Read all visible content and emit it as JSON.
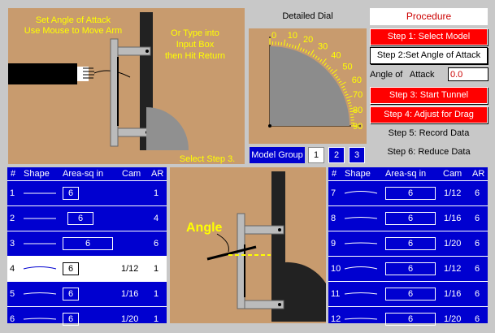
{
  "tunnel": {
    "instruction1": "Set Angle of Attack",
    "instruction2": "Use Mouse to Move Arm",
    "instruction3": "Or Type into",
    "instruction4": "Input Box",
    "instruction5": "then Hit Return",
    "status": "Select Step 3."
  },
  "dial": {
    "title": "Detailed Dial",
    "ticks": [
      "0",
      "10",
      "20",
      "30",
      "40",
      "50",
      "60",
      "70",
      "80",
      "90"
    ]
  },
  "procedure": {
    "title": "Procedure",
    "step1": "Step 1: Select Model",
    "step2": "Step 2:Set Angle of Attack",
    "angle_label": "Angle of   Attack",
    "angle_value": "0.0",
    "step3": "Step 3: Start Tunnel",
    "step4": "Step 4: Adjust for Drag",
    "step5": "Step 5: Record Data",
    "step6": "Step 6: Reduce Data"
  },
  "model_group": {
    "label": "Model Group",
    "buttons": [
      "1",
      "2",
      "3"
    ],
    "selected": "1"
  },
  "diagram": {
    "angle_label": "Angle"
  },
  "table_headers": {
    "num": "#",
    "shape": "Shape",
    "area": "Area-sq in",
    "cam": "Cam",
    "ar": "AR"
  },
  "left_rows": [
    {
      "num": "1",
      "area": "6",
      "cam": "",
      "ar": "1"
    },
    {
      "num": "2",
      "area": "6",
      "cam": "",
      "ar": "4"
    },
    {
      "num": "3",
      "area": "6",
      "cam": "",
      "ar": "6"
    },
    {
      "num": "4",
      "area": "6",
      "cam": "1/12",
      "ar": "1"
    },
    {
      "num": "5",
      "area": "6",
      "cam": "1/16",
      "ar": "1"
    },
    {
      "num": "6",
      "area": "6",
      "cam": "1/20",
      "ar": "1"
    }
  ],
  "right_rows": [
    {
      "num": "7",
      "area": "6",
      "cam": "1/12",
      "ar": "6"
    },
    {
      "num": "8",
      "area": "6",
      "cam": "1/16",
      "ar": "6"
    },
    {
      "num": "9",
      "area": "6",
      "cam": "1/20",
      "ar": "6"
    },
    {
      "num": "10",
      "area": "6",
      "cam": "1/12",
      "ar": "6"
    },
    {
      "num": "11",
      "area": "6",
      "cam": "1/16",
      "ar": "6"
    },
    {
      "num": "12",
      "area": "6",
      "cam": "1/20",
      "ar": "6"
    }
  ],
  "colors": {
    "panel": "#c89b6e",
    "table": "#0000d0",
    "button": "#ff0000",
    "label": "#ffff00"
  }
}
